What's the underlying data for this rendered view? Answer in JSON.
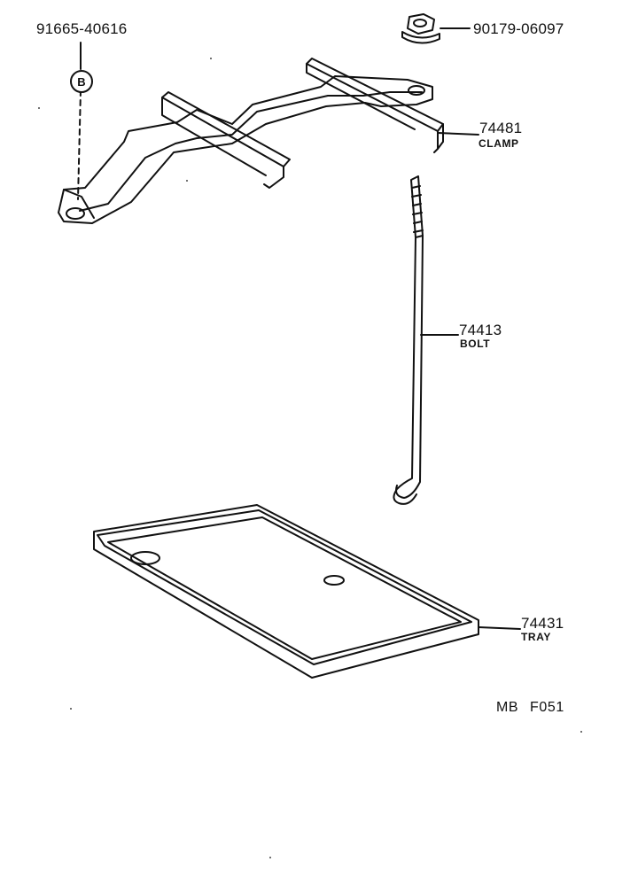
{
  "callouts": {
    "bolt_b": {
      "part_no": "91665-40616",
      "symbol": "B"
    },
    "nut": {
      "part_no": "90179-06097"
    },
    "clamp": {
      "part_no": "74481",
      "name": "CLAMP"
    },
    "bolt": {
      "part_no": "74413",
      "name": "BOLT"
    },
    "tray": {
      "part_no": "74431",
      "name": "TRAY"
    }
  },
  "diagram_code": {
    "left": "MB",
    "right": "F051"
  }
}
